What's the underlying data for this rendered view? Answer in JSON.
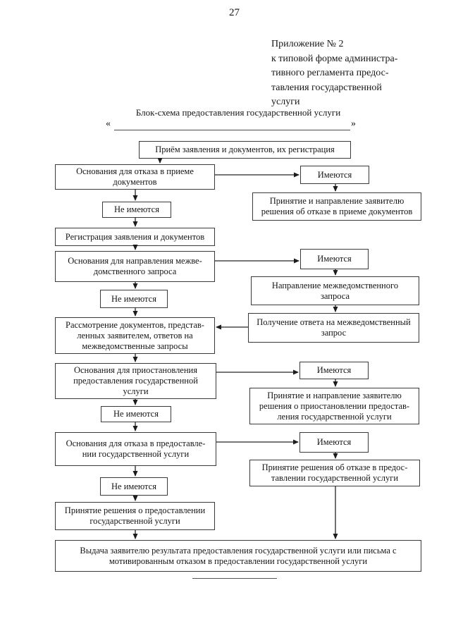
{
  "page": {
    "number": "27",
    "appendix": "Приложение № 2\nк типовой форме администра-\nтивного регламента предос-\nтавления государственной\nуслуги",
    "title": "Блок-схема предоставления государственной услуги",
    "quote_open": "«",
    "quote_close": "»"
  },
  "flowchart": {
    "boxes": {
      "reception": "Приём заявления и документов, их регистрация",
      "refusal_grounds": "Основания для отказа в приеме\nдокументов",
      "have_1": "Имеются",
      "not_have_1": "Не имеются",
      "refusal_decision": "Принятие и направление заявителю\nрешения об отказе в приеме документов",
      "registration": "Регистрация заявления и документов",
      "interagency_grounds": "Основания для направления межве-\nдомственного запроса",
      "have_2": "Имеются",
      "not_have_2": "Не имеются",
      "interagency_send": "Направление межведомственного\nзапроса",
      "interagency_response": "Получение ответа на межведомственный\nзапрос",
      "review": "Рассмотрение документов, представ-\nленных заявителем, ответов на\nмежведомственные запросы",
      "suspension_grounds": "Основания для приостановления\nпредоставления государственной\nуслуги",
      "have_3": "Имеются",
      "not_have_3": "Не имеются",
      "suspension_decision": "Принятие и направление заявителю\nрешения о приостановлении предостав-\nления государственной услуги",
      "denial_grounds": "Основания для отказа в предоставле-\nнии государственной услуги",
      "have_4": "Имеются",
      "not_have_4": "Не имеются",
      "denial_decision": "Принятие решения об отказе в предос-\nтавлении государственной услуги",
      "grant_decision": "Принятие решения о предоставлении\nгосударственной услуги",
      "result_delivery": "Выдача заявителю результата предоставления государственной услуги или письма с\nмотивированным отказом в предоставлении государственной услуги"
    }
  }
}
